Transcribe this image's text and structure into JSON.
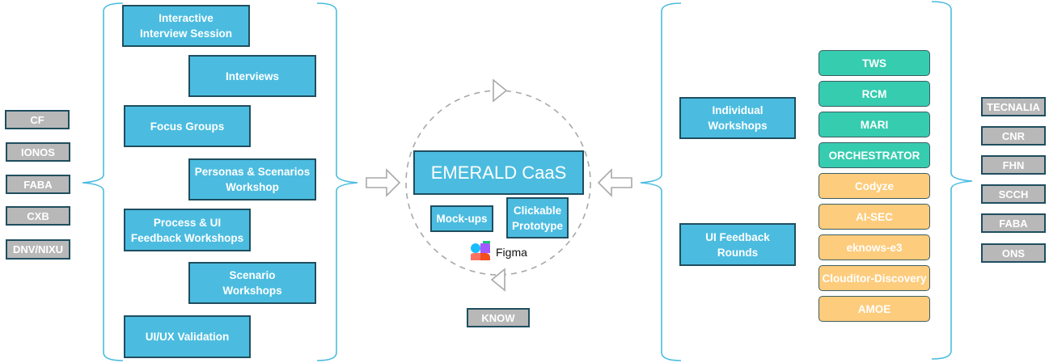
{
  "left_partners": [
    "CF",
    "IONOS",
    "FABA",
    "CXB",
    "DNV/NIXU"
  ],
  "left_activities": [
    "Interactive\nInterview Session",
    "Interviews",
    "Focus Groups",
    "Personas & Scenarios\nWorkshop",
    "Process & UI\nFeedback Workshops",
    "Scenario\nWorkshops",
    "UI/UX Validation"
  ],
  "center": {
    "title": "EMERALD CaaS",
    "mockups": "Mock-ups",
    "prototype": "Clickable\nPrototype",
    "figma_label": "Figma",
    "know_label": "KNOW"
  },
  "right_activities": [
    "Individual\nWorkshops",
    "UI Feedback\nRounds"
  ],
  "components_green": [
    "TWS",
    "RCM",
    "MARI",
    "ORCHESTRATOR"
  ],
  "components_orange": [
    "Codyze",
    "AI-SEC",
    "eknows-e3",
    "Clouditor-Discovery",
    "AMOE"
  ],
  "right_partners": [
    "TECNALIA",
    "CNR",
    "FHN",
    "SCCH",
    "FABA",
    "ONS"
  ],
  "colors": {
    "activity_blue": "#4bbce0",
    "border_dark": "#1f4e5f",
    "partner_gray": "#b8b8b8",
    "component_green": "#36ccaf",
    "component_orange": "#fdcc7c",
    "bracket_blue": "#4bbce0",
    "cycle_gray": "#a8a8a8"
  }
}
